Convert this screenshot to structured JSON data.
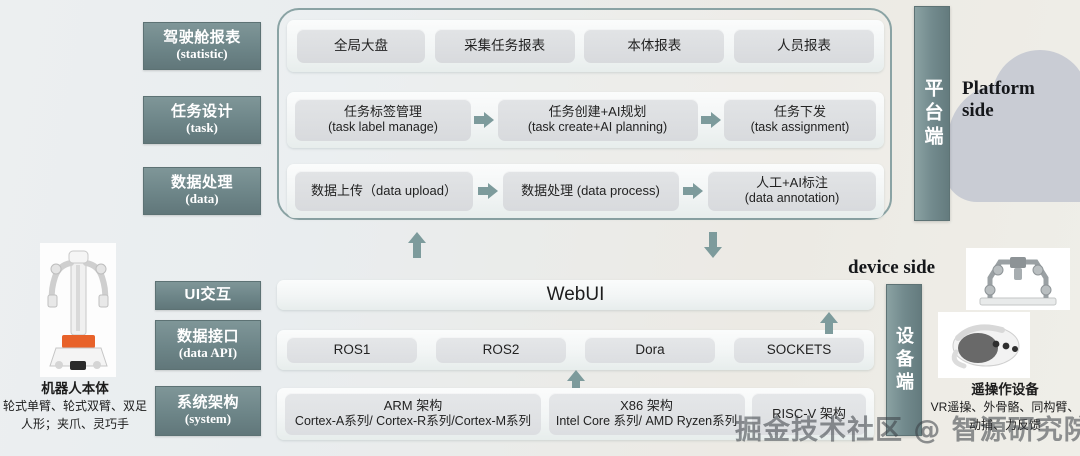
{
  "platform": {
    "side_label_vertical": "平台端",
    "side_label_en_line1": "Platform",
    "side_label_en_line2": "side",
    "categories": [
      {
        "zh": "驾驶舱报表",
        "en": "(statistic)"
      },
      {
        "zh": "任务设计",
        "en": "(task)"
      },
      {
        "zh": "数据处理",
        "en": "(data)"
      }
    ],
    "statistic_row": [
      {
        "label": "全局大盘"
      },
      {
        "label": "采集任务报表"
      },
      {
        "label": "本体报表"
      },
      {
        "label": "人员报表"
      }
    ],
    "task_row": [
      {
        "l1": "任务标签管理",
        "l2": "(task label manage)"
      },
      {
        "l1": "任务创建+AI规划",
        "l2": "(task create+AI planning)"
      },
      {
        "l1": "任务下发",
        "l2": "(task assignment)"
      }
    ],
    "data_row": [
      {
        "l1": "数据上传（data upload）",
        "l2": ""
      },
      {
        "l1": "数据处理 (data process)",
        "l2": ""
      },
      {
        "l1": "人工+AI标注",
        "l2": "(data annotation)"
      }
    ]
  },
  "device": {
    "side_label_vertical": "设备端",
    "side_label_en": "device side",
    "categories": [
      {
        "zh": "UI交互",
        "en": ""
      },
      {
        "zh": "数据接口",
        "en": "(data API)"
      },
      {
        "zh": "系统架构",
        "en": "(system)"
      }
    ],
    "ui_row": [
      {
        "label": "WebUI"
      }
    ],
    "api_row": [
      {
        "label": "ROS1"
      },
      {
        "label": "ROS2"
      },
      {
        "label": "Dora"
      },
      {
        "label": "SOCKETS"
      }
    ],
    "system_row": [
      {
        "l1": "ARM 架构",
        "l2": "Cortex-A系列/ Cortex-R系列/Cortex-M系列"
      },
      {
        "l1": "X86 架构",
        "l2": "Intel Core 系列/ AMD Ryzen系列"
      },
      {
        "l1": "RISC-V 架构",
        "l2": ""
      }
    ]
  },
  "robot_caption": {
    "title": "机器人本体",
    "line1": "轮式单臂、轮式双臂、双足",
    "line2": "人形；夹爪、灵巧手"
  },
  "teleop_caption": {
    "title": "遥操作设备",
    "line1": "VR遥操、外骨骼、同构臂、",
    "line2": "动捕、力反馈"
  },
  "watermark": {
    "text": "掘金技术社区 @ 智源研究院"
  },
  "colors": {
    "label_bar": "#6d8588",
    "arrow": "#7d9b9c",
    "platform_border": "#8aa3a4",
    "chip": "#dcdee1"
  }
}
